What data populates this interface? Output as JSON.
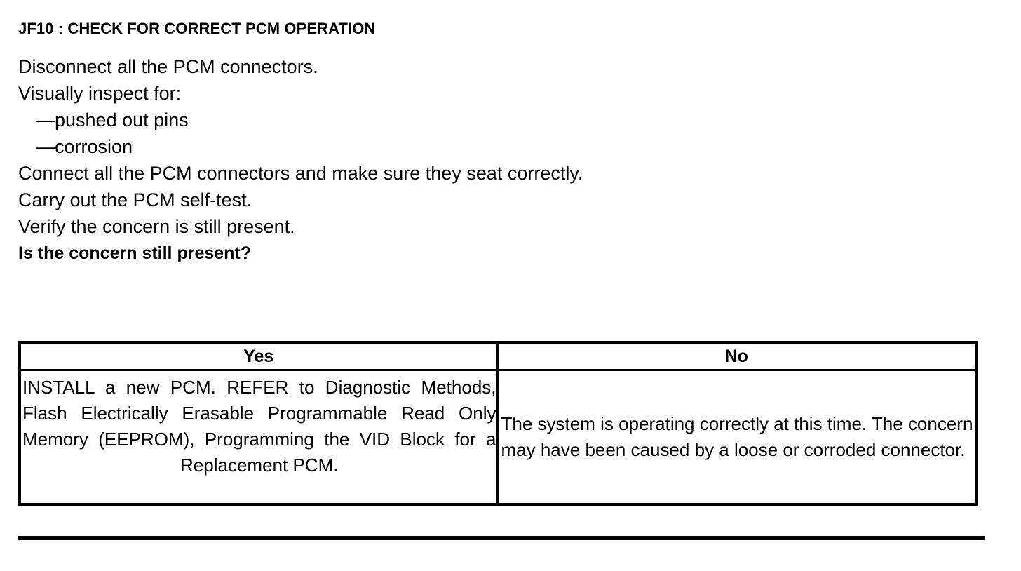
{
  "document": {
    "step_title": "JF10 : CHECK FOR CORRECT PCM OPERATION",
    "instructions": [
      {
        "text": "Disconnect all the PCM connectors.",
        "style": "normal"
      },
      {
        "text": "Visually inspect for:",
        "style": "normal"
      },
      {
        "text": "—pushed out pins",
        "style": "bullet"
      },
      {
        "text": "—corrosion",
        "style": "bullet"
      },
      {
        "text": "Connect all the PCM connectors and make sure they seat correctly.",
        "style": "normal"
      },
      {
        "text": "Carry out the PCM self-test.",
        "style": "normal"
      },
      {
        "text": "Verify the concern is still present.",
        "style": "normal"
      },
      {
        "text": "Is the concern still present?",
        "style": "bold"
      }
    ],
    "decision_table": {
      "headers": {
        "yes": "Yes",
        "no": "No"
      },
      "cells": {
        "yes": "INSTALL a new PCM. REFER to Diagnostic Methods, Flash Electrically Erasable Programmable Read Only Memory (EEPROM), Programming the VID Block for a Replacement PCM.",
        "no": "The system is operating correctly at this time. The concern may have been caused by a loose or corroded connector."
      }
    }
  }
}
